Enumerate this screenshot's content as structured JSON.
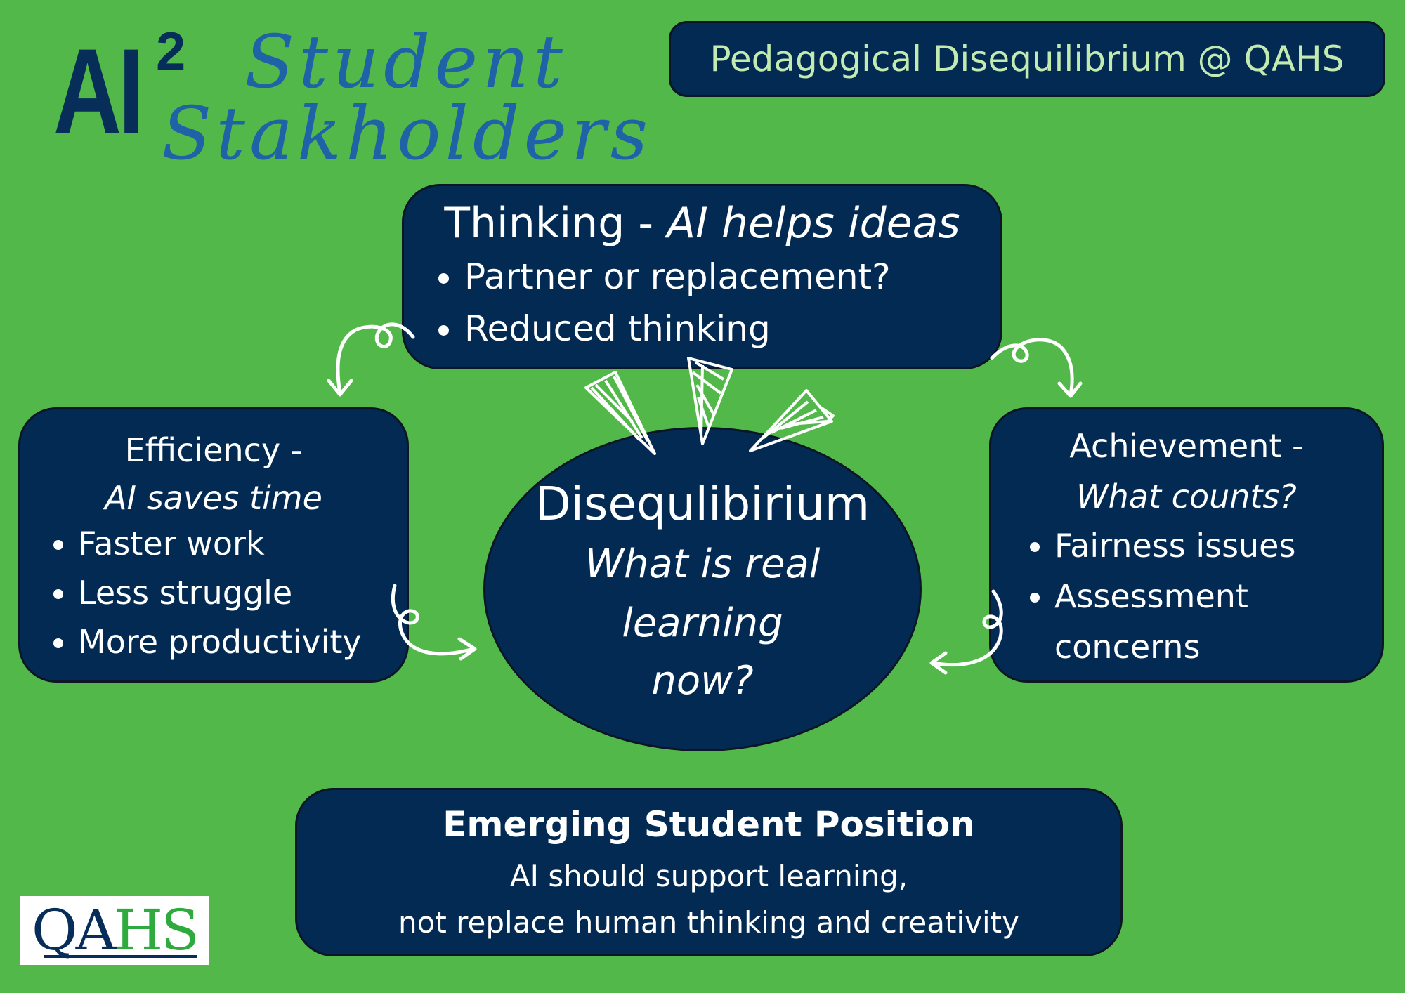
{
  "logo": {
    "ai": "AI",
    "superscript": "2",
    "script_line1": "Student",
    "script_line2": "Stakholders"
  },
  "title": "Pedagogical Disequilibrium @ QAHS",
  "thinking": {
    "heading": "Thinking - ",
    "heading_italic": "AI helps ideas",
    "bullets": [
      "Partner or replacement?",
      "Reduced thinking"
    ]
  },
  "efficiency": {
    "heading": "Efficiency -",
    "heading_italic": "AI saves time",
    "bullets": [
      "Faster work",
      "Less struggle",
      "More productivity"
    ]
  },
  "center": {
    "heading": "Disequlibirium",
    "line1": "What is real",
    "line2": "learning",
    "line3": "now?"
  },
  "achievement": {
    "heading": "Achievement -",
    "heading_italic": "What counts?",
    "bullets": [
      "Fairness issues",
      "Assessment concerns"
    ]
  },
  "position": {
    "heading": "Emerging Student Position",
    "line1": "AI should support learning,",
    "line2": "not replace human thinking and creativity"
  },
  "school_logo": {
    "part1": "QA",
    "part2": "HS"
  },
  "colors": {
    "background": "#52b84a",
    "box": "#022a52",
    "title_text": "#c3ebb1",
    "logo_navy": "#062e58",
    "script_blue": "#1f62a8",
    "logo_green": "#2eaa3f"
  }
}
